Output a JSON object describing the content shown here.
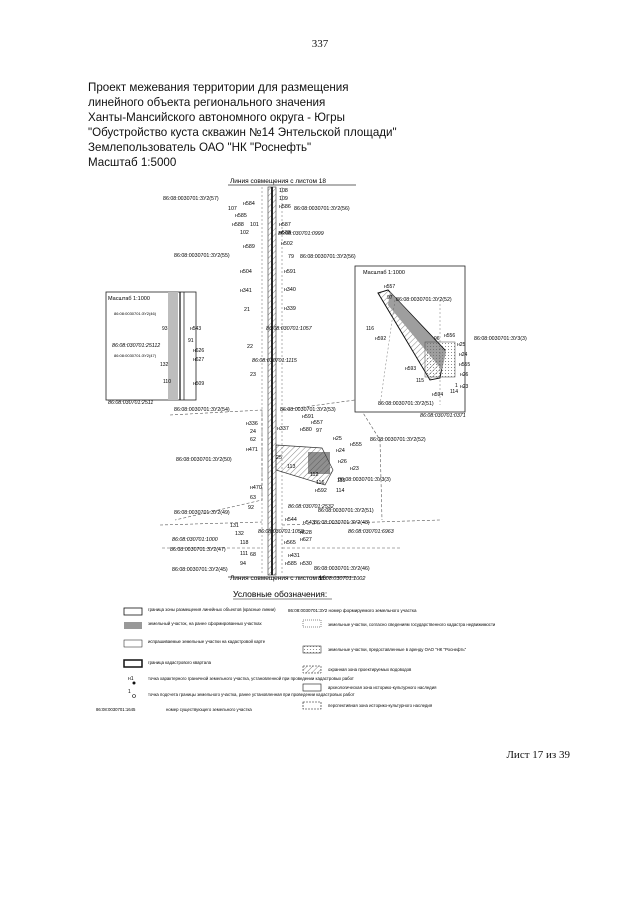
{
  "page_number": "337",
  "title_lines": [
    "Проект межевания территории для размещения",
    "линейного объекта регионального значения",
    "Ханты-Мансийского автономного округа - Югры",
    "\"Обустройство куста скважин №14 Энтельской площади\"",
    "Землепользователь ОАО \"НК \"Роснефть\"",
    "Масштаб 1:5000"
  ],
  "map": {
    "line_top": "Линия совмещения с листом 18",
    "line_bottom": "Линия совмещения с листом 16",
    "bottom_cad": "86:08:030701:1002",
    "inset_right_scale": "Масштаб 1:1000",
    "inset_left_scale": "Масштаб 1:1000",
    "labels_main": [
      "108",
      "109",
      "н584",
      "н586",
      "107",
      "н585",
      "н588",
      "н587",
      "101",
      "102",
      "н588",
      "н589",
      "н502",
      "79",
      "н504",
      "н591",
      "н341",
      "н340",
      "21",
      "н339",
      "22",
      "23",
      "н336",
      "24",
      "н337",
      "62",
      "н471",
      "25",
      "н591",
      "н557",
      "н580",
      "97",
      "н26",
      "н25",
      "н24",
      "н555",
      "н23",
      "113",
      "112",
      "115",
      "116",
      "н470",
      "63",
      "н592",
      "114",
      "92",
      "н544",
      "н543",
      "131",
      "132",
      "118",
      "н565",
      "н627",
      "н628",
      "111",
      "68",
      "94",
      "н431",
      "н585",
      "н530",
      "117",
      "н556"
    ],
    "labels_right_inset": [
      "н557",
      "97",
      "116",
      "н592",
      "96",
      "н556",
      "н25",
      "н24",
      "н555",
      "н26",
      "н593",
      "115",
      "н594",
      "114",
      "1",
      "н23",
      "114"
    ],
    "labels_left_inset": [
      "93",
      "н543",
      "н626",
      "н627",
      "132",
      "н509",
      "110",
      "91"
    ],
    "cad_labels": [
      "86:08:0030701:ЗУ2(57)",
      "86:08:0030701:ЗУ2(56)",
      "86:08:030701:0999",
      "86:08:0030701:ЗУ2(55)",
      "86:08:0030701:ЗУ2(56)",
      "86:08:030701:1057",
      "86:08:030701:1115",
      "86:08:0030701:ЗУ2(54)",
      "86:08:0030701:ЗУ2(53)",
      "86:08:0030701:ЗУ2(52)",
      "86:08:0030701:ЗУ2(50)",
      "86:08:0030701:ЗУ3(3)",
      "86:08:030701:2532",
      "86:08:0030701:ЗУ2(49)",
      "86:08:0030701:ЗУ2(51)",
      "86:08:0030701:ЗУ2(48)",
      "86:08:030701:1000",
      "86:08:030701:1058",
      "86:08:030701:6963",
      "86:08:0030701:ЗУ2(47)",
      "86:08:0030701:ЗУ2(45)",
      "86:08:0030701:ЗУ2(46)",
      "86:08:0030701:ЗУ2(52)",
      "86:08:0030701:ЗУ3(3)",
      "86:08:0030701:ЗУ2(51)",
      "86:08:030701:0371",
      "86:08:030701:2511",
      "86:08:030701:25112",
      "86:08:0030701:ЗУ2(46)",
      "86:08:0030701:ЗУ2(47)"
    ]
  },
  "legend": {
    "title": "Условные обозначения:",
    "left": [
      "граница зоны размещения линейных объектов (красные линии)",
      "земельный участок, на ранее сформированных участках",
      "испрашиваемые земельные участки на кадастровой карте",
      "граница кадастрового квартала",
      "точка характерного граничной земельного участка, установленной при проведении кадастровых работ",
      "точка подсчета границы земельного участка, ранее установленная при проведении кадастровых работ",
      "номер существующего земельного участка"
    ],
    "left_codes": [
      "н1",
      "1",
      "86:08:0030701:1645"
    ],
    "right_head": "86:08:0030701:ЗУ2 номер формируемого земельного участка",
    "right": [
      "земельные участки, согласно сведениям государственного кадастра недвижимости",
      "земельные участки, предоставленные в аренду ОАО \"НК \"Роснефть\"",
      "охранная зона проектируемых водоводов",
      "археологическая зона историко-культурного наследия",
      "перспективная зона историко-культурного наследия"
    ]
  },
  "footer": "Лист 17 из 39"
}
